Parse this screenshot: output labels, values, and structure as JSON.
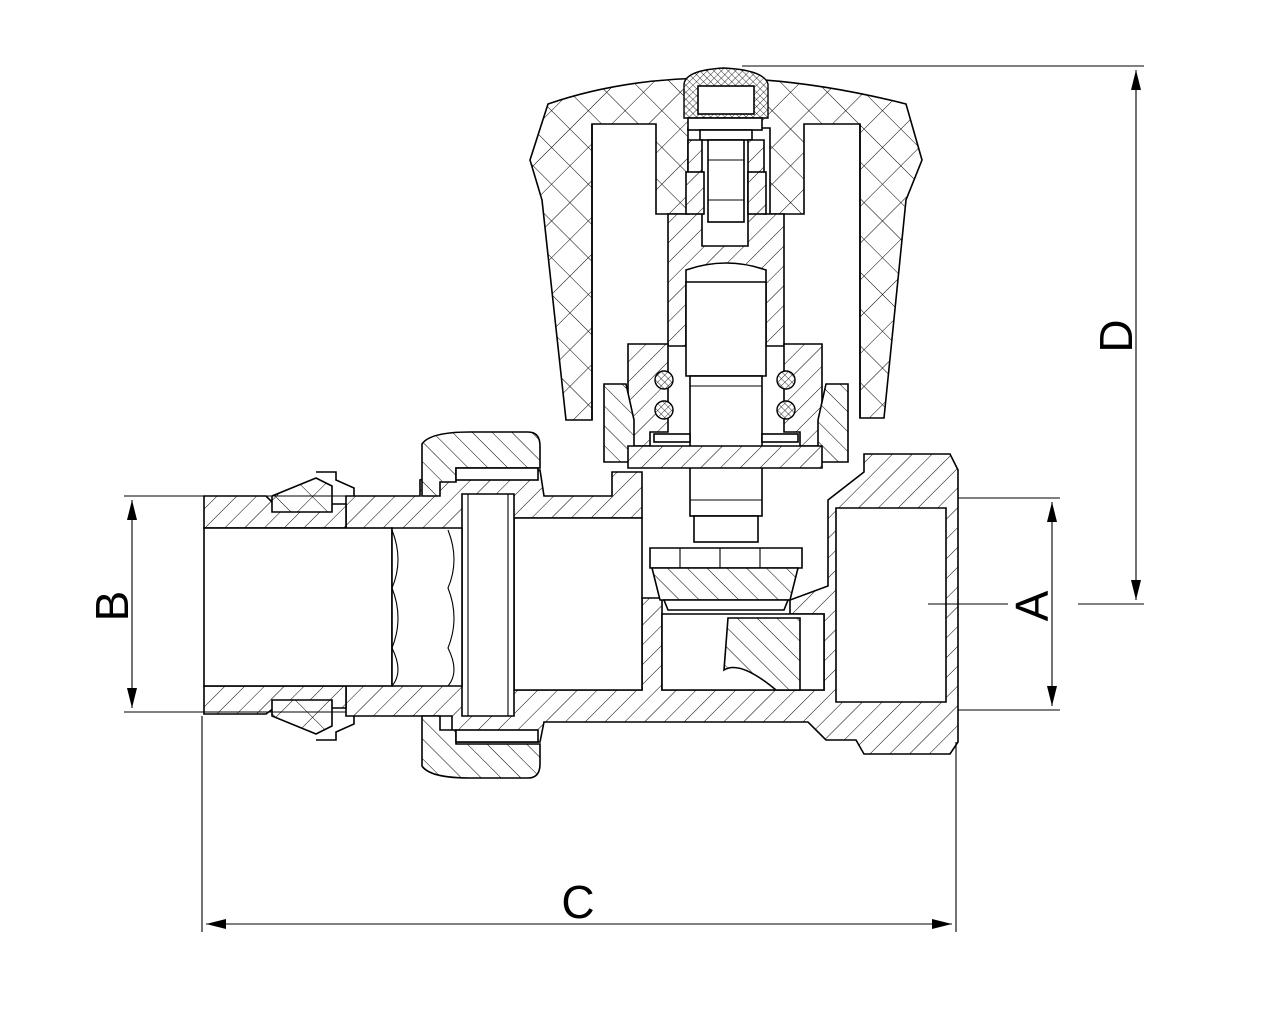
{
  "diagram": {
    "dimensions": {
      "A": "A",
      "B": "B",
      "C": "C",
      "D": "D"
    }
  }
}
